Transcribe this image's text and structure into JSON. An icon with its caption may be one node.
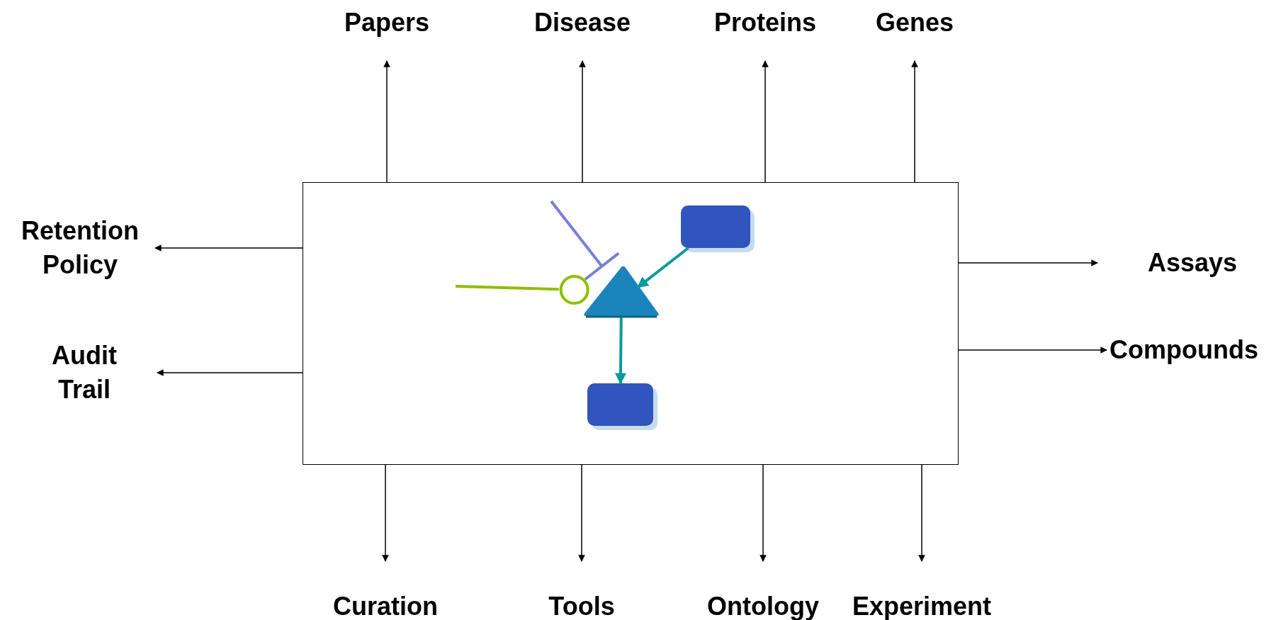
{
  "diagram": {
    "nodes": [
      {
        "text": [],
        "shape": "box"
      },
      {
        "text": [],
        "shape": "box",
        "in": 0
      },
      {
        "text": [],
        "shape": "triangle",
        "in": 0
      },
      {
        "text": [],
        "shape": "box",
        "in": 0
      },
      {
        "text": [
          "Papers"
        ]
      },
      {
        "text": [
          "Disease"
        ]
      },
      {
        "text": [
          "Proteins"
        ]
      },
      {
        "text": [
          "Genes"
        ]
      },
      {
        "text": [
          "Retention Policy"
        ]
      },
      {
        "text": [
          "Audit Trail"
        ]
      },
      {
        "text": [
          "Assays"
        ]
      },
      {
        "text": [
          "Compounds"
        ]
      },
      {
        "text": [
          "Curation"
        ]
      },
      {
        "text": [
          "Tools"
        ]
      },
      {
        "text": [
          "Ontology"
        ]
      },
      {
        "text": [
          "Experiment"
        ]
      }
    ],
    "edges": [
      {
        "from": 0,
        "to": 4,
        "arrow": "to"
      },
      {
        "from": 0,
        "to": 5,
        "arrow": "to"
      },
      {
        "from": 0,
        "to": 6,
        "arrow": "to"
      },
      {
        "from": 0,
        "to": 7,
        "arrow": "to"
      },
      {
        "from": 0,
        "to": 8,
        "arrow": "to"
      },
      {
        "from": 0,
        "to": 9,
        "arrow": "to"
      },
      {
        "from": 0,
        "to": 10,
        "arrow": "to"
      },
      {
        "from": 0,
        "to": 11,
        "arrow": "to"
      },
      {
        "from": 0,
        "to": 12,
        "arrow": "to"
      },
      {
        "from": 0,
        "to": 13,
        "arrow": "to"
      },
      {
        "from": 0,
        "to": 14,
        "arrow": "to"
      },
      {
        "from": 0,
        "to": 15,
        "arrow": "to"
      },
      {
        "from": 1,
        "to": 2,
        "arrow": "to",
        "color": "#0b9a9a"
      },
      {
        "from": 2,
        "to": 3,
        "arrow": "to",
        "color": "#0b9a9a"
      },
      {
        "from": null,
        "to": 2,
        "arrow": "other",
        "color": "#8dbf00"
      },
      {
        "from": null,
        "to": 2,
        "arrow": "other",
        "color": "#7b7fd6"
      }
    ]
  }
}
